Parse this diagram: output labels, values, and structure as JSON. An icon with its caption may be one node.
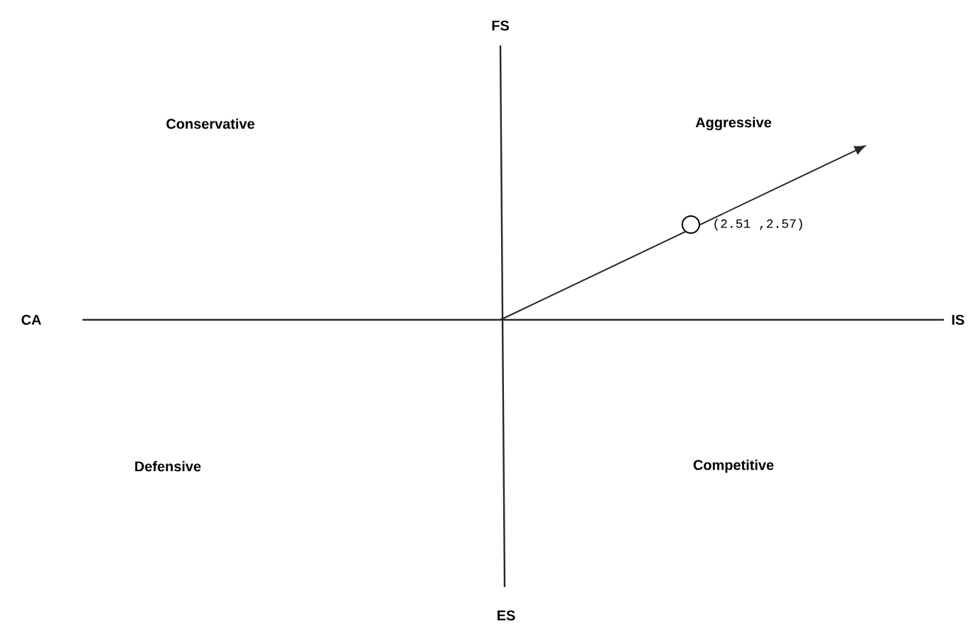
{
  "diagram": {
    "labels": [
      "FS",
      "Conservative",
      "Aggressive",
      "(2.51 ,2.57)",
      "CA",
      "IS",
      "Defensive",
      "Competitive",
      "ES"
    ]
  }
}
